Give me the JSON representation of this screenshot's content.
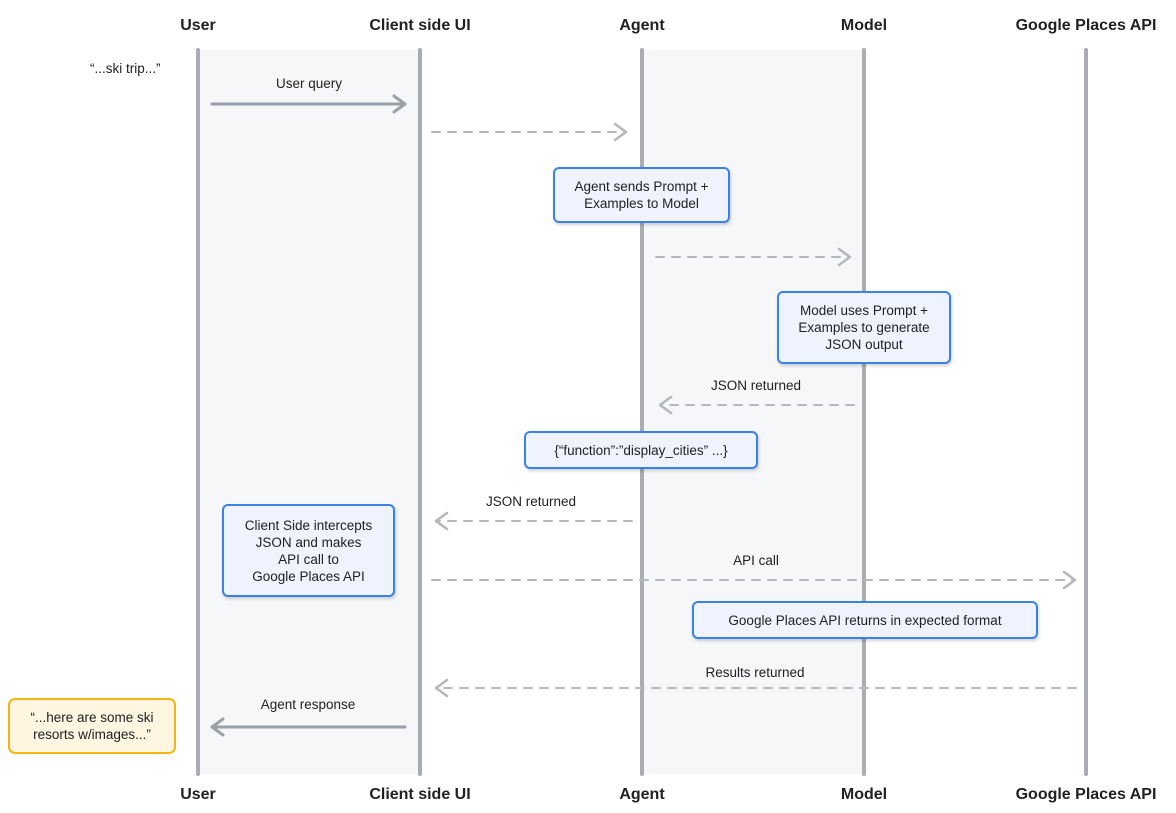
{
  "participants": [
    {
      "id": "user",
      "label": "User"
    },
    {
      "id": "client",
      "label": "Client side UI"
    },
    {
      "id": "agent",
      "label": "Agent"
    },
    {
      "id": "model",
      "label": "Model"
    },
    {
      "id": "places",
      "label": "Google Places API"
    }
  ],
  "messages": [
    {
      "id": "user_query",
      "from": "user",
      "to": "client",
      "style": "solid",
      "label": "User query"
    },
    {
      "id": "forward_query",
      "from": "client",
      "to": "agent",
      "style": "dashed",
      "label": ""
    },
    {
      "id": "prompt_to_model",
      "from": "agent",
      "to": "model",
      "style": "dashed",
      "label": ""
    },
    {
      "id": "json_to_agent",
      "from": "model",
      "to": "agent",
      "style": "dashed",
      "label": "JSON returned"
    },
    {
      "id": "json_to_client",
      "from": "agent",
      "to": "client",
      "style": "dashed",
      "label": "JSON returned"
    },
    {
      "id": "api_call",
      "from": "client",
      "to": "places",
      "style": "dashed",
      "label": "API call"
    },
    {
      "id": "results_returned",
      "from": "places",
      "to": "client",
      "style": "dashed",
      "label": "Results returned"
    },
    {
      "id": "agent_response",
      "from": "client",
      "to": "user",
      "style": "solid",
      "label": "Agent response"
    }
  ],
  "notes": {
    "agent_sends": [
      "Agent sends Prompt +",
      "Examples to Model"
    ],
    "model_uses": [
      "Model uses Prompt +",
      "Examples to generate",
      "JSON output"
    ],
    "function_json": [
      "{“function”:”display_cities” ...}"
    ],
    "client_intercepts": [
      "Client Side intercepts",
      "JSON and makes",
      "API call to",
      "Google Places API"
    ],
    "places_returns": [
      "Google Places API returns in expected format"
    ]
  },
  "user_input": "“...ski trip...”",
  "agent_reply": [
    "“...here are some ski",
    "resorts w/images...”"
  ],
  "colors": {
    "lifeline": "#a9adb2",
    "lane_fill": "#f5f7f9",
    "arrow_solid": "#9aa0a6",
    "arrow_dashed": "#b4b8bd",
    "note_border": "#3b82e5",
    "note_fill": "#eef3fd",
    "bubble_border": "#f2b511",
    "bubble_fill": "#fef6e0"
  }
}
